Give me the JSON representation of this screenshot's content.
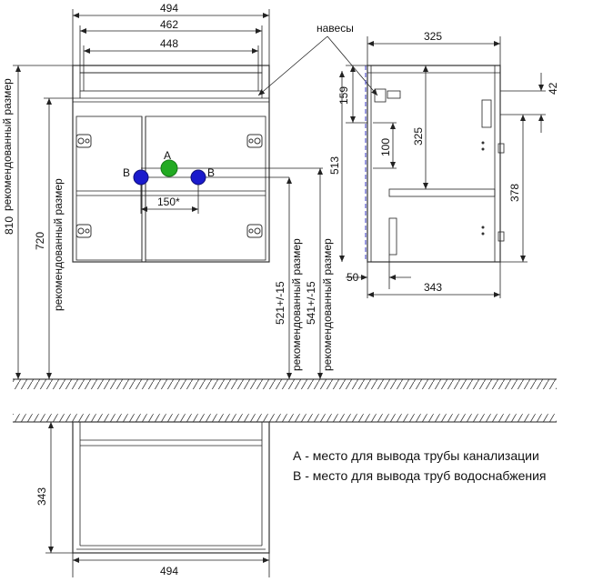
{
  "front": {
    "width_outer": "494",
    "width_mid": "462",
    "width_inner": "448",
    "hinges": "навесы",
    "height_total": "810",
    "height_total_note": "рекомендованный размер",
    "height_720": "720",
    "height_720_note": "рекомендованный размер",
    "height_521": "521+/-15",
    "height_521_note": "рекомендованный размер",
    "height_541": "541+/-15",
    "height_541_note": "рекомендованный размер",
    "spacing_b": "150*",
    "marker_a": "A",
    "marker_b_left": "B",
    "marker_b_right": "B"
  },
  "side": {
    "depth_top": "325",
    "depth_inner": "325",
    "height_159": "159",
    "height_100": "100",
    "height_513": "513",
    "height_378": "378",
    "offset_42": "42",
    "offset_50": "50",
    "depth_bottom": "343"
  },
  "bottom": {
    "depth": "343",
    "width": "494"
  },
  "legend": {
    "line_a": "А - место для вывода трубы канализации",
    "line_b": "В - место для вывода труб водоснабжения"
  },
  "colors": {
    "marker_a": "#22aa22",
    "marker_b": "#1a1acc",
    "wall_dash": "#5555cc"
  }
}
